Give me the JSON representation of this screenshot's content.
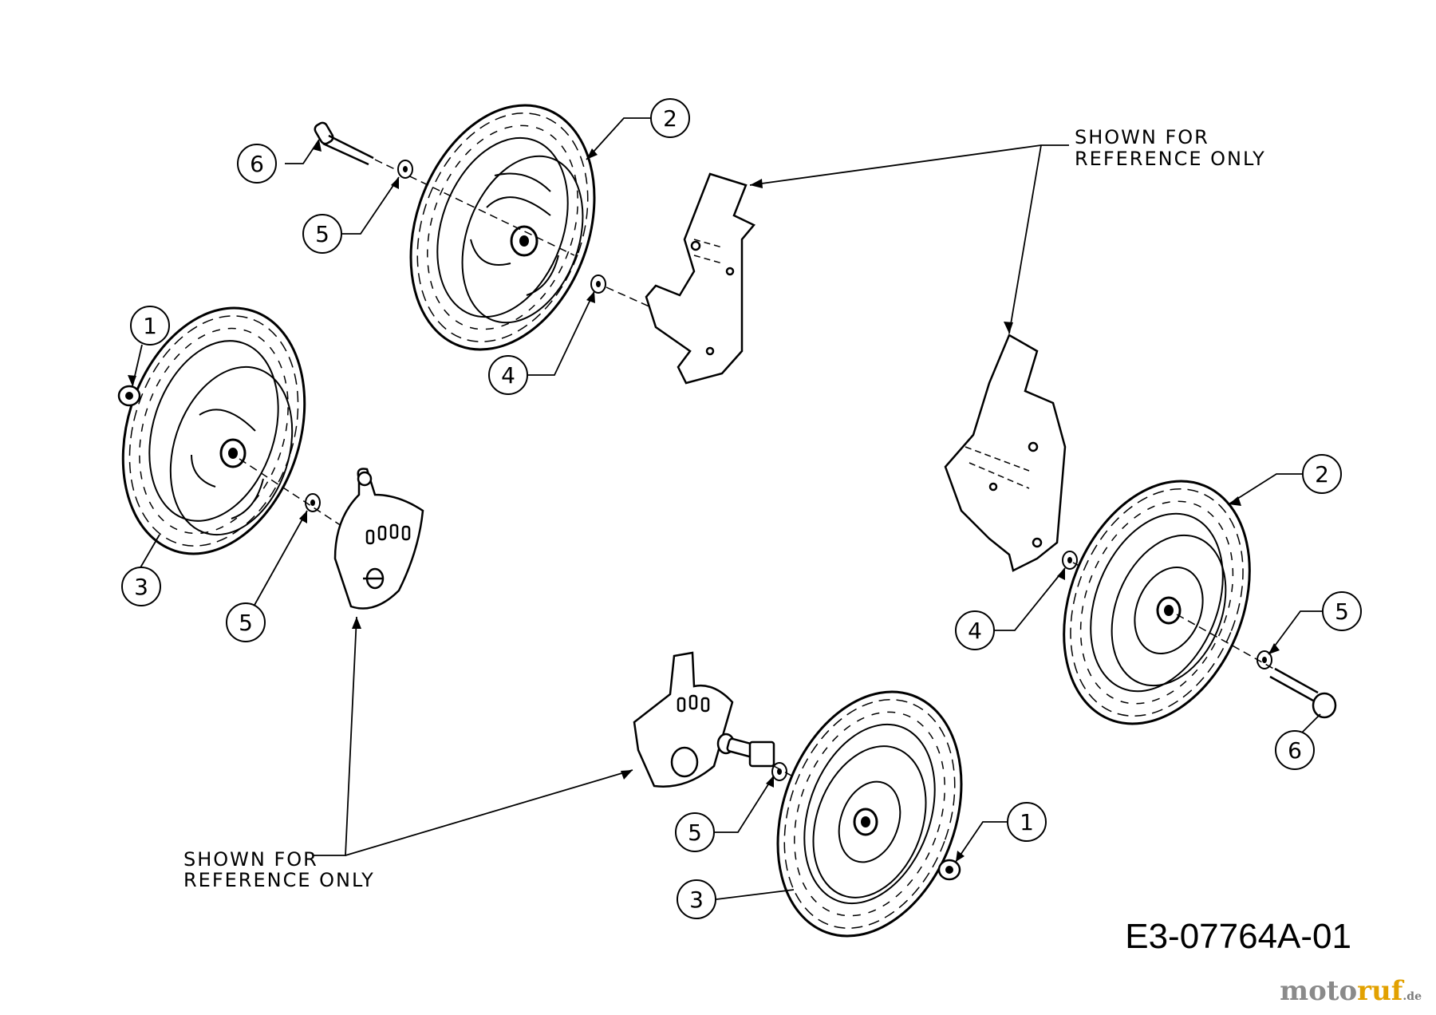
{
  "callouts": {
    "c1": "1",
    "c2": "2",
    "c3": "3",
    "c4": "4",
    "c5": "5",
    "c6": "6"
  },
  "reference_note": {
    "line1": "SHOWN FOR",
    "line2": "REFERENCE ONLY"
  },
  "drawing_number": "E3-07764A-01",
  "watermark": {
    "part1": "moto",
    "part2": "ruf",
    "suffix": ".de"
  }
}
